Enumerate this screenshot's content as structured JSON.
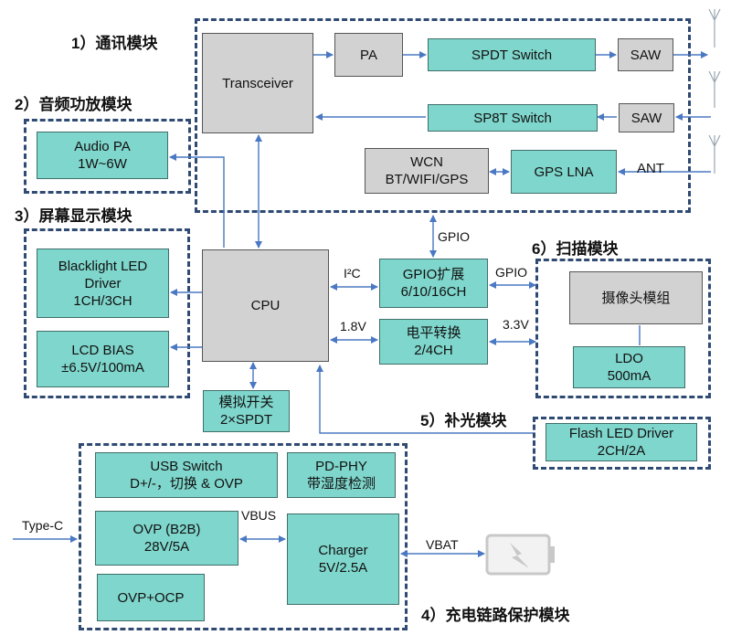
{
  "modules": {
    "comm": "1）通讯模块",
    "audio": "2）音频功放模块",
    "display": "3）屏幕显示模块",
    "charging": "4）充电链路保护模块",
    "fill_light": "5）补光模块",
    "scan": "6）扫描模块"
  },
  "blocks": {
    "transceiver": "Transceiver",
    "pa": "PA",
    "spdt": "SPDT Switch",
    "saw1": "SAW",
    "sp8t": "SP8T Switch",
    "saw2": "SAW",
    "wcn1": "WCN",
    "wcn2": "BT/WIFI/GPS",
    "gps_lna": "GPS LNA",
    "audio_pa1": "Audio PA",
    "audio_pa2": "1W~6W",
    "cpu": "CPU",
    "backlight1": "Blacklight LED",
    "backlight2": "Driver",
    "backlight3": "1CH/3CH",
    "lcd_bias1": "LCD BIAS",
    "lcd_bias2": "±6.5V/100mA",
    "gpio_exp1": "GPIO扩展",
    "gpio_exp2": "6/10/16CH",
    "level1": "电平转换",
    "level2": "2/4CH",
    "analog1": "模拟开关",
    "analog2": "2×SPDT",
    "camera": "摄像头模组",
    "ldo1": "LDO",
    "ldo2": "500mA",
    "flash1": "Flash LED Driver",
    "flash2": "2CH/2A",
    "usb1": "USB Switch",
    "usb2": "D+/-，切换 & OVP",
    "pdphy1": "PD-PHY",
    "pdphy2": "带湿度检测",
    "ovp1": "OVP (B2B)",
    "ovp2": "28V/5A",
    "charger1": "Charger",
    "charger2": "5V/2.5A",
    "ovpocp": "OVP+OCP"
  },
  "labels": {
    "ant": "ANT",
    "gpio_top": "GPIO",
    "i2c": "I²C",
    "gpio_right": "GPIO",
    "v18": "1.8V",
    "v33": "3.3V",
    "vbus": "VBUS",
    "vbat": "VBAT",
    "typec": "Type-C"
  },
  "colors": {
    "block_fill": "#7fd6cc",
    "gray_fill": "#d2d2d2",
    "border_dash": "#2f4a73",
    "wire": "#4a78c2"
  }
}
